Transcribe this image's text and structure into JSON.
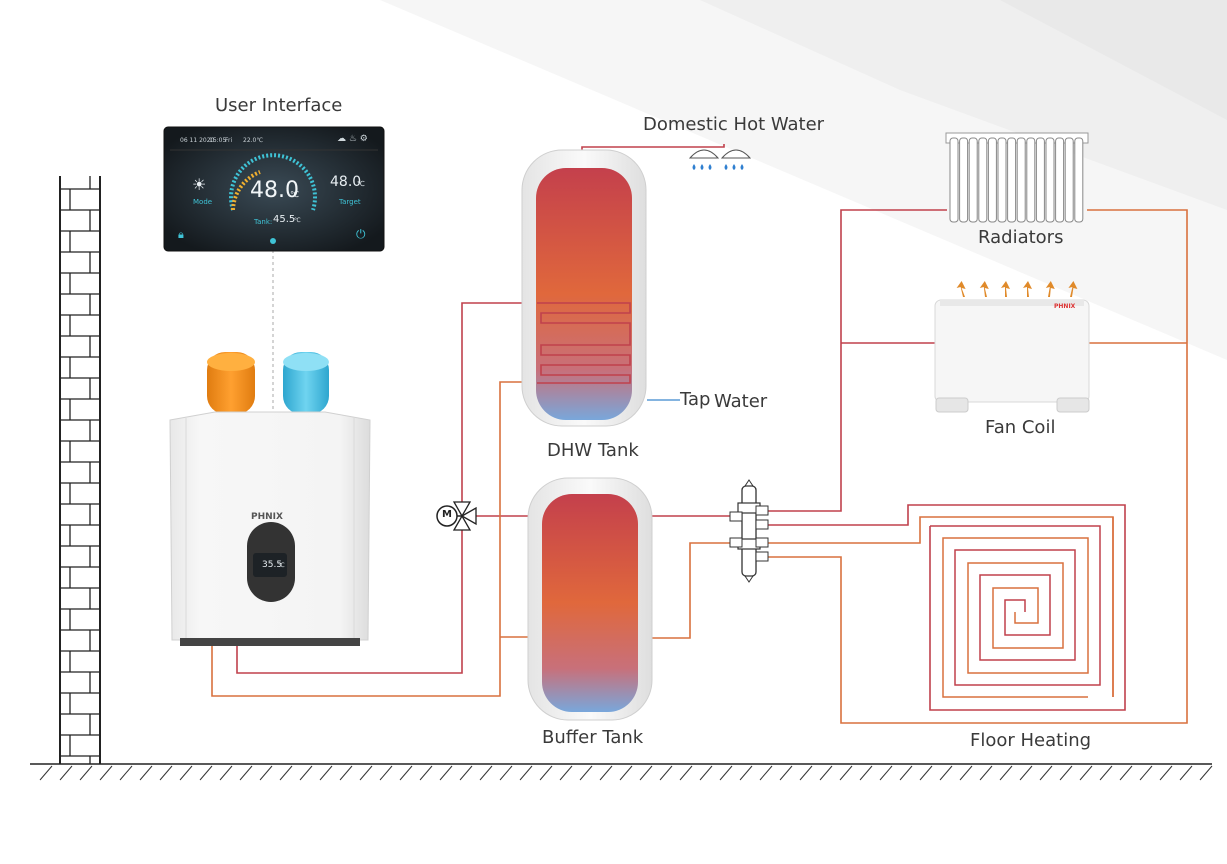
{
  "labels": {
    "user_interface": "User Interface",
    "domestic_hot_water": "Domestic Hot Water",
    "radiators": "Radiators",
    "fan_coil": "Fan Coil",
    "tap": "Tap",
    "water": "Water",
    "dhw_tank": "DHW Tank",
    "buffer_tank": "Buffer Tank",
    "floor_heating": "Floor Heating"
  },
  "screen": {
    "date": "06 11 2020",
    "time": "15:05",
    "day": "Fri",
    "outdoor_temp": "22.0℃",
    "main_temp": "48.0",
    "main_unit": "℃",
    "target_temp": "48.0",
    "target_unit": "℃",
    "mode_label": "Mode",
    "target_label": "Target",
    "tank_label": "Tank:",
    "tank_temp": "45.5",
    "tank_unit": "℃"
  },
  "unit": {
    "brand": "PHNIX",
    "display_temp": "35.5",
    "display_unit": "℃"
  },
  "fan_coil": {
    "brand": "PHNIX"
  },
  "valve": {
    "symbol": "M"
  },
  "colors": {
    "hot_pipe": "#c0414c",
    "warm_pipe": "#d9713e",
    "cold_pipe": "#5b9bd5",
    "tank_hot": "#c8434e",
    "tank_mid": "#e06a3a",
    "tank_cold": "#7aa6d8",
    "hot_arrow": "#e08a2a"
  }
}
